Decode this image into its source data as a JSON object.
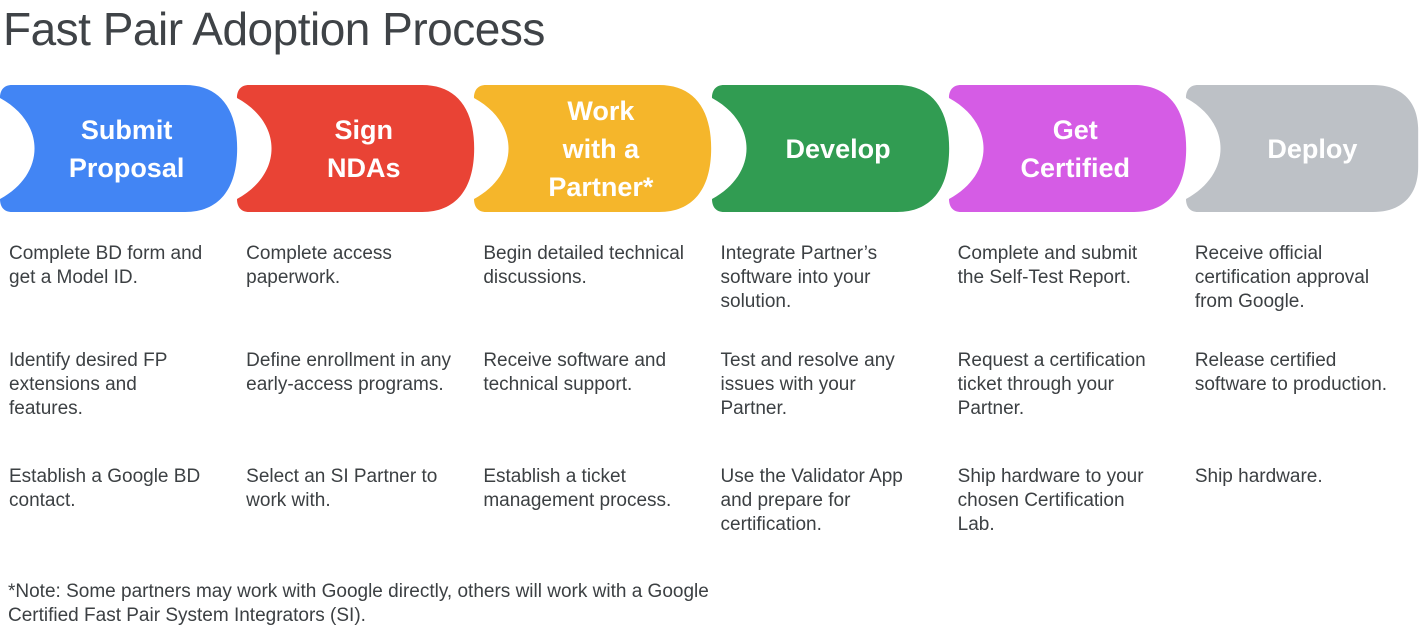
{
  "title": "Fast Pair Adoption Process",
  "stages": [
    {
      "label": "Submit\nProposal",
      "color": "#4285F4",
      "steps": [
        "Complete BD form and get a Model ID.",
        "Identify desired FP extensions and features.",
        "Establish a Google BD contact."
      ]
    },
    {
      "label": "Sign\nNDAs",
      "color": "#E94335",
      "steps": [
        "Complete access paperwork.",
        "Define enrollment in any early-access programs.",
        "Select an SI Partner to work with."
      ]
    },
    {
      "label": "Work\nwith a\nPartner*",
      "color": "#F5B62B",
      "steps": [
        "Begin detailed technical discussions.",
        "Receive software and technical support.",
        "Establish a ticket management process."
      ]
    },
    {
      "label": "Develop",
      "color": "#319C52",
      "steps": [
        "Integrate Partner’s software into your solution.",
        "Test and resolve any issues with your Partner.",
        "Use the Validator App and prepare for certification."
      ]
    },
    {
      "label": "Get\nCertified",
      "color": "#D55CE5",
      "steps": [
        "Complete and submit the Self-Test Report.",
        "Request a certification ticket through your Partner.",
        "Ship hardware to your chosen Certification Lab."
      ]
    },
    {
      "label": "Deploy",
      "color": "#BDC1C6",
      "steps": [
        "Receive official certification approval from Google.",
        "Release certified software to production.",
        "Ship hardware."
      ]
    }
  ],
  "note": "*Note: Some partners may work with Google directly, others will work with a Google Certified Fast Pair System Integrators (SI)."
}
